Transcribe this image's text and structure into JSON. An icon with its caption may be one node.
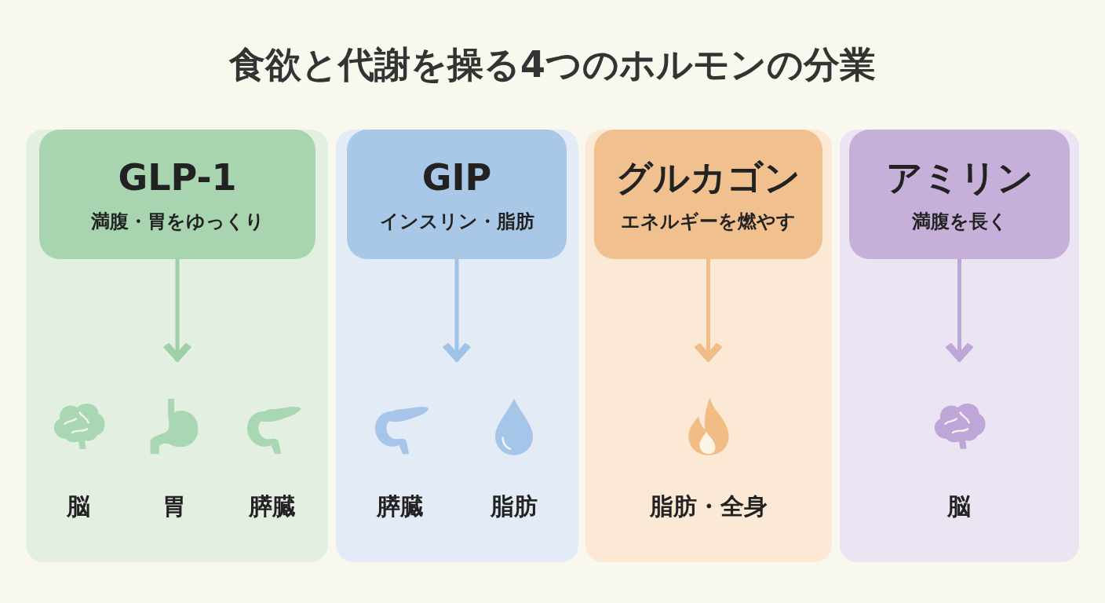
{
  "diagram": {
    "title": "食欲と代謝を操る4つのホルモンの分業",
    "nodes": [
      {
        "text": [],
        "shape": "box"
      },
      {
        "text": [
          "GLP-1",
          "満腹・胃をゆっくり"
        ],
        "in": 0
      },
      {
        "text": [
          "脳"
        ],
        "in": 0
      },
      {
        "text": [
          "胃"
        ],
        "in": 0
      },
      {
        "text": [
          "膵臓"
        ],
        "in": 0
      },
      {
        "text": [],
        "shape": "box"
      },
      {
        "text": [
          "GIP",
          "インスリン・脂肪"
        ],
        "in": 5
      },
      {
        "text": [
          "膵臓"
        ],
        "in": 5
      },
      {
        "text": [
          "脂肪"
        ],
        "in": 5
      },
      {
        "text": [],
        "shape": "box"
      },
      {
        "text": [
          "グルカゴン",
          "エネルギーを燃やす"
        ],
        "in": 9
      },
      {
        "text": [
          "脂肪・全身"
        ],
        "in": 9
      },
      {
        "text": [],
        "shape": "box"
      },
      {
        "text": [
          "アミリン",
          "満腹を長く"
        ],
        "in": 12
      },
      {
        "text": [
          "脳"
        ],
        "in": 12
      }
    ],
    "edges": [
      {
        "from": 1,
        "to": null,
        "arrow": "to",
        "color": "#9fd0a8"
      },
      {
        "from": 6,
        "to": null,
        "arrow": "to",
        "color": "#9fc3e6"
      },
      {
        "from": 10,
        "to": null,
        "arrow": "to",
        "color": "#f0bd88"
      },
      {
        "from": 13,
        "to": null,
        "arrow": "to",
        "color": "#bda6d8"
      }
    ]
  }
}
